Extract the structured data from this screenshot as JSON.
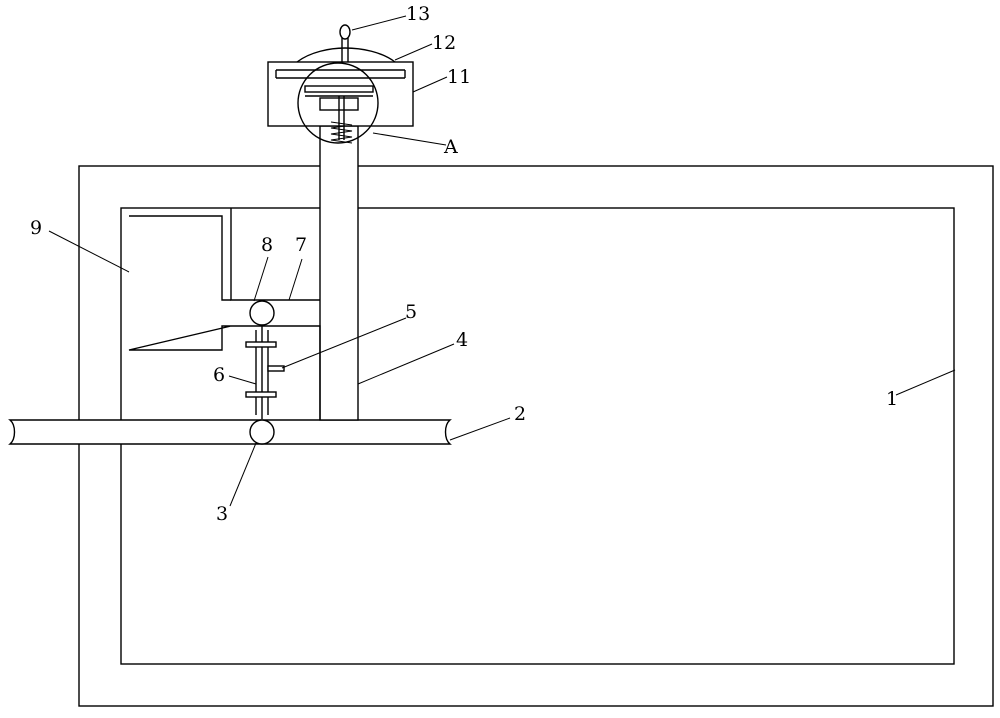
{
  "labels": {
    "l1": "1",
    "l2": "2",
    "l3": "3",
    "l4": "4",
    "l5": "5",
    "l6": "6",
    "l7": "7",
    "l8": "8",
    "l9": "9",
    "l11": "11",
    "l12": "12",
    "l13": "13",
    "lA": "A"
  }
}
